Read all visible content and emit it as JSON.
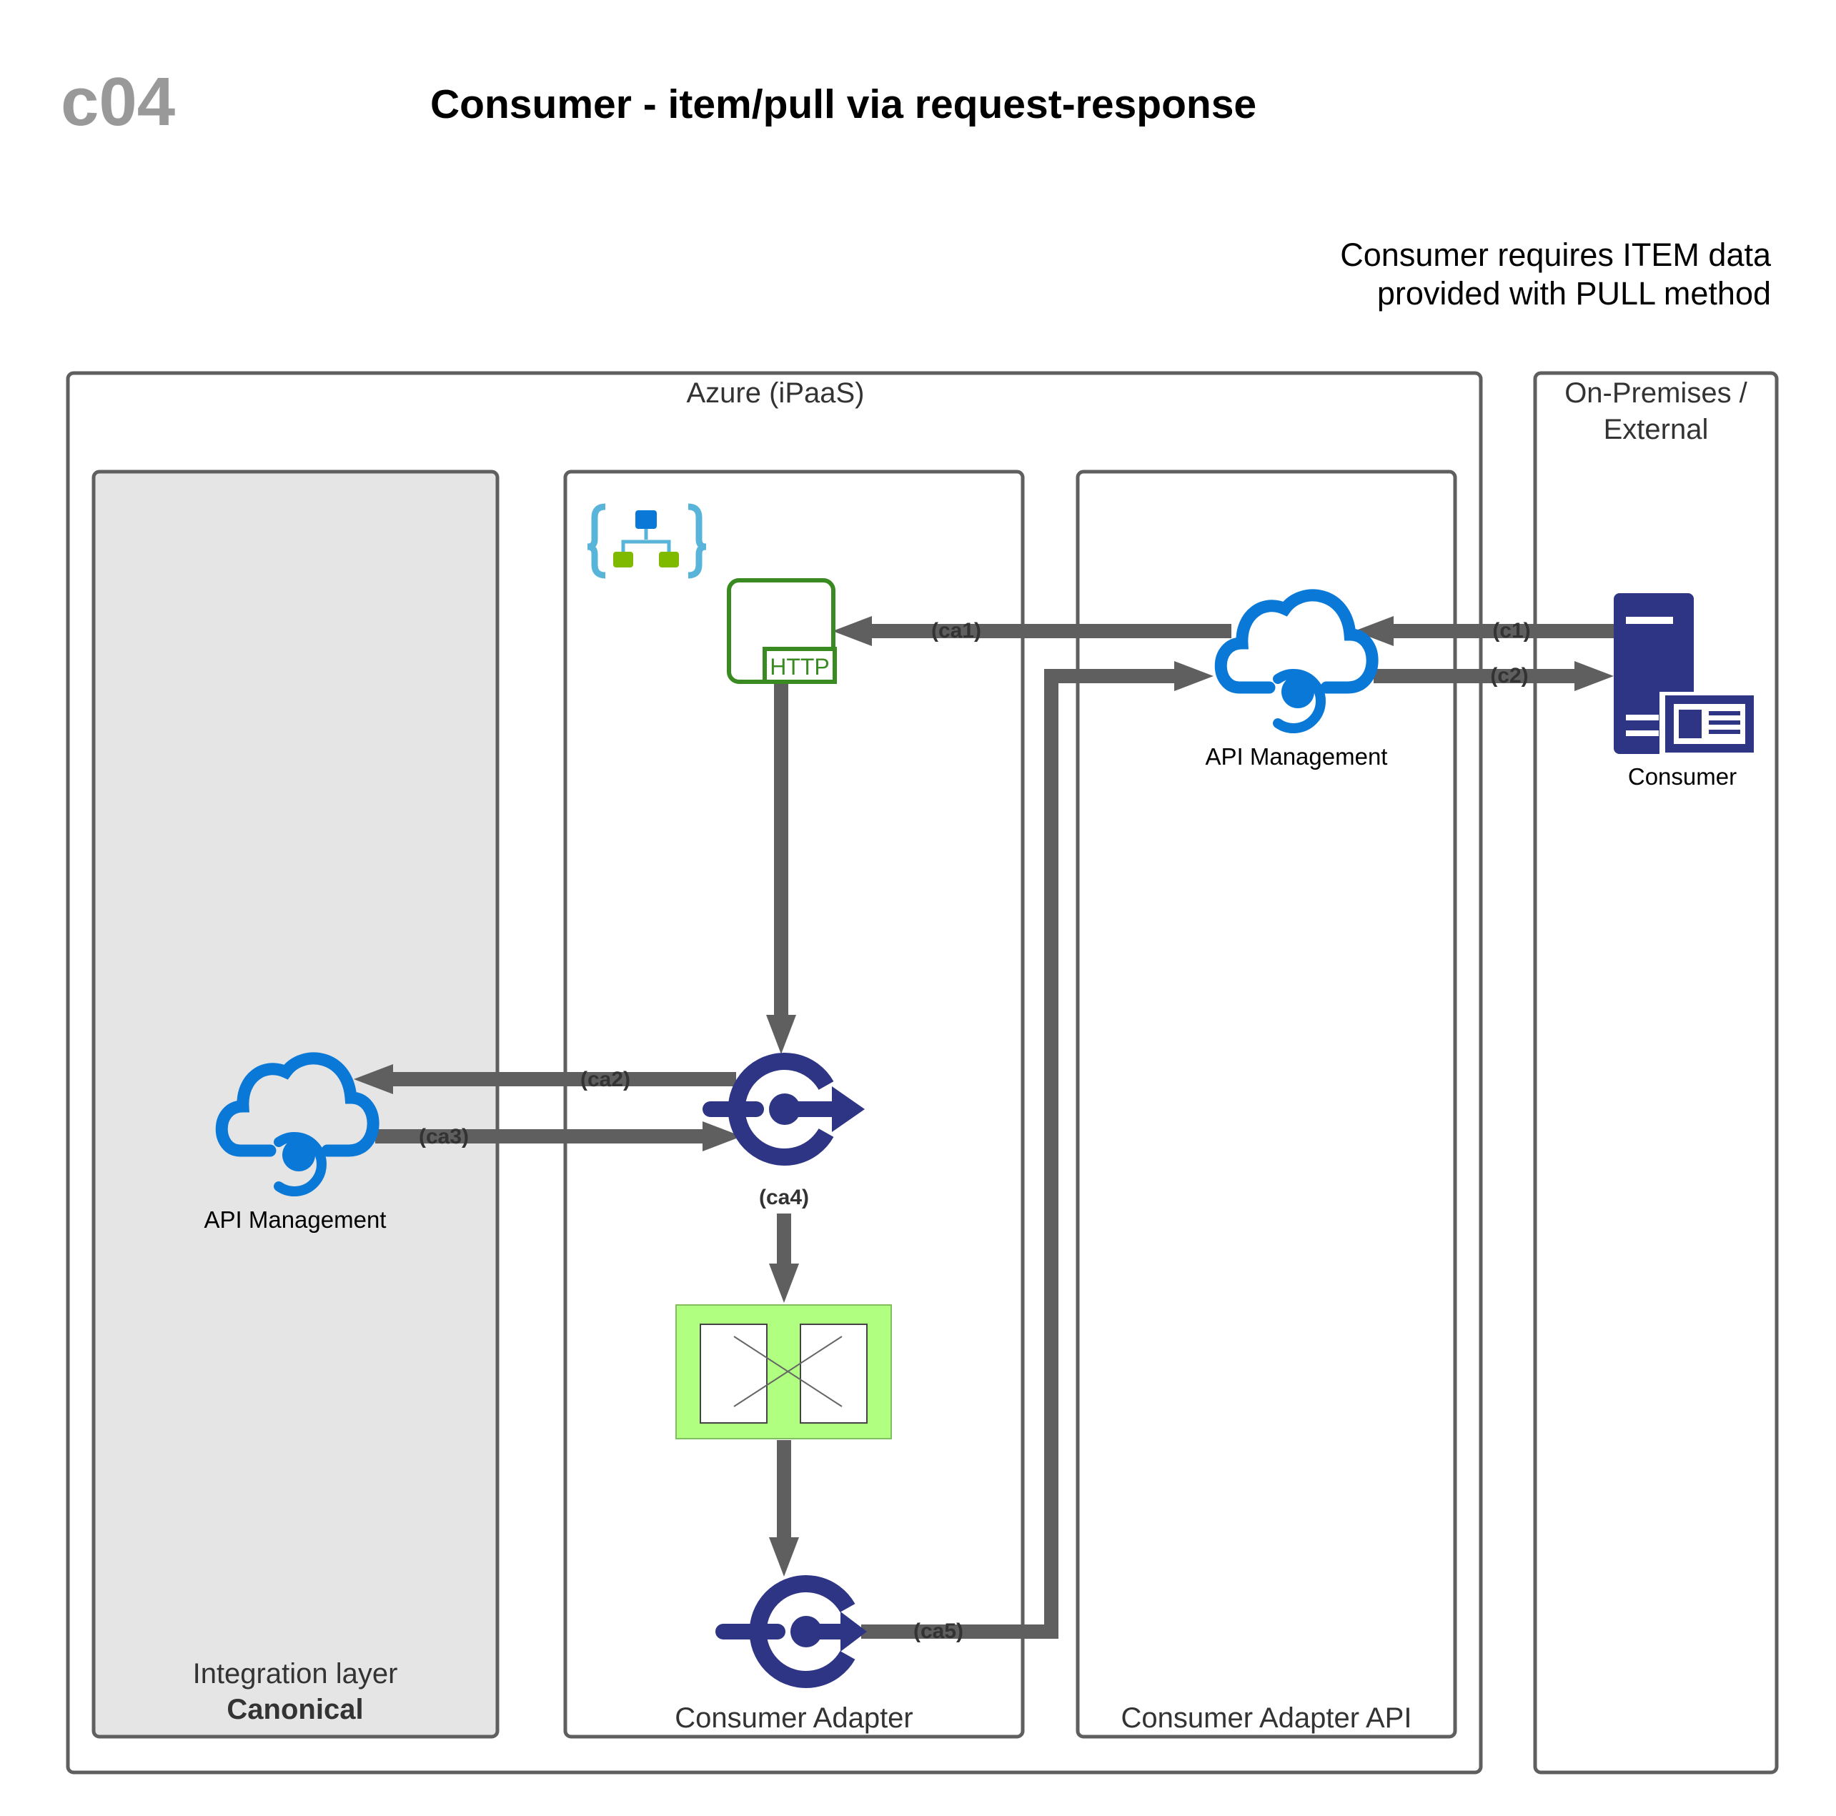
{
  "header": {
    "code": "c04",
    "title": "Consumer - item/pull via request-response"
  },
  "note": {
    "line1": "Consumer requires ITEM data",
    "line2": "provided with PULL method"
  },
  "regions": {
    "azure": "Azure (iPaaS)",
    "on_prem_line1": "On-Premises /",
    "on_prem_line2": "External",
    "integration_line1": "Integration layer",
    "integration_line2": "Canonical",
    "consumer_adapter": "Consumer Adapter",
    "consumer_adapter_api": "Consumer Adapter API"
  },
  "nodes": {
    "apim_right": "API Management",
    "apim_left": "API Management",
    "consumer": "Consumer",
    "http_badge": "HTTP"
  },
  "edges": {
    "c1": "(c1)",
    "c2": "(c2)",
    "ca1": "(ca1)",
    "ca2": "(ca2)",
    "ca3": "(ca3)",
    "ca4": "(ca4)",
    "ca5": "(ca5)"
  },
  "colors": {
    "flow": "#5f5f5f",
    "azure_blue": "#0a78d7",
    "navy": "#2d3584",
    "http_green": "#3a8a22",
    "transform_green": "#b0ff80",
    "integration_bg": "#e5e5e5"
  }
}
